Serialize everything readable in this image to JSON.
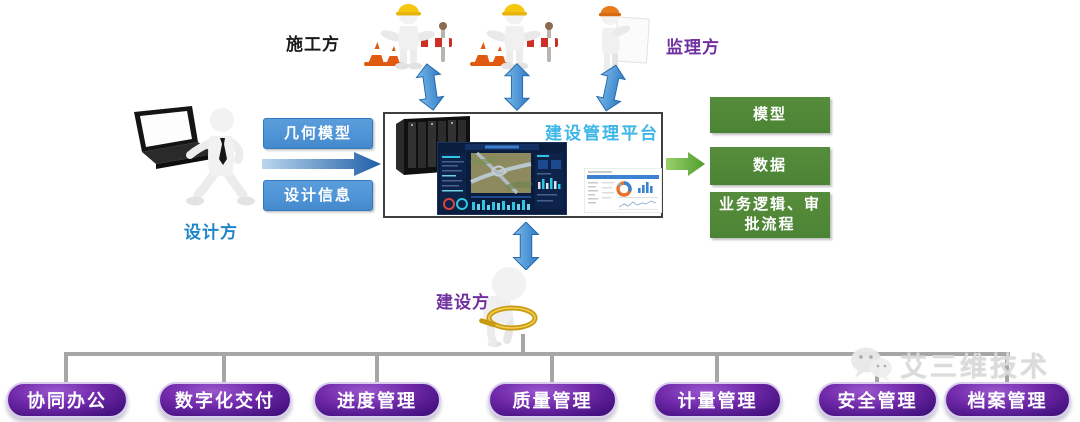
{
  "diagram": {
    "parties": {
      "construction": "施工方",
      "supervision": "监理方",
      "design": "设计方",
      "owner": "建设方"
    },
    "platform": {
      "title": "建设管理平台"
    },
    "design_inputs": [
      "几何模型",
      "设计信息"
    ],
    "platform_outputs": [
      "模型",
      "数据",
      "业务逻辑、审批流程"
    ],
    "owner_modules": [
      "协同办公",
      "数字化交付",
      "进度管理",
      "质量管理",
      "计量管理",
      "安全管理",
      "档案管理"
    ],
    "watermark": {
      "brand": "艾三维技术",
      "icon": "wechat-icon"
    },
    "colors": {
      "party_supervision_purple": "#7030A0",
      "party_design_blue": "#1E86C8",
      "party_owner_purple": "#7030A0",
      "platform_title_cyan": "#3EB7E8",
      "input_box_blue": "#4E94D6",
      "output_box_green": "#4C8435",
      "module_capsule_purple": "#5B1D96",
      "arrow_blue": "#3E8FD0",
      "arrow_green": "#6CBE3F",
      "connector_gray": "#A6A6A6",
      "hardhat_yellow": "#F7C60E",
      "hardhat_orange": "#E87A1E"
    }
  }
}
